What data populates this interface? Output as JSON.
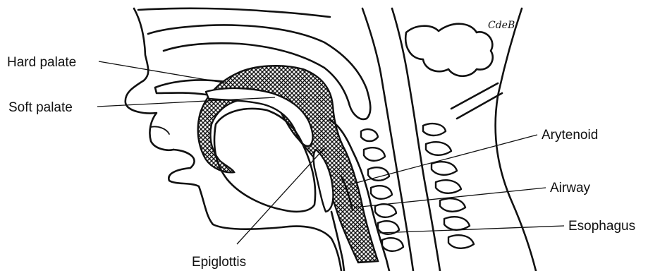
{
  "labels": {
    "hard_palate": "Hard palate",
    "soft_palate": "Soft palate",
    "arytenoid": "Arytenoid",
    "airway": "Airway",
    "esophagus": "Esophagus",
    "epiglottis": "Epiglottis"
  },
  "signature": "CdeB",
  "colors": {
    "ink": "#111111",
    "background": "#ffffff"
  }
}
